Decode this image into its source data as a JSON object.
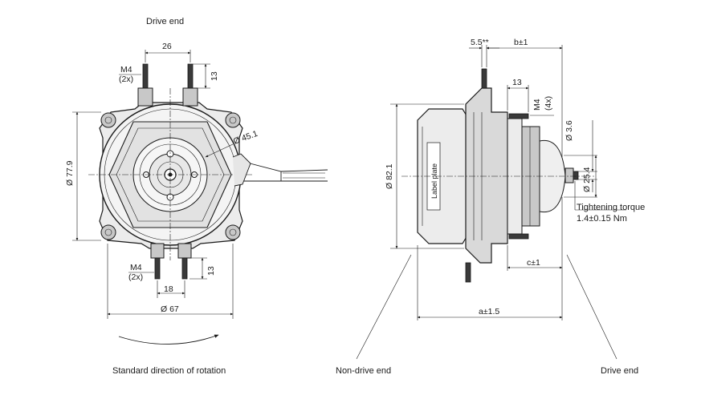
{
  "labels": {
    "front_drive_end": "Drive end",
    "rotation": "Standard direction of rotation",
    "non_drive_end": "Non-drive end",
    "side_drive_end": "Drive end",
    "torque_title": "Tightening torque",
    "torque_value": "1.4±0.15 Nm",
    "label_plate": "Label plate"
  },
  "front_dims": {
    "top_spacing": "26",
    "top_thread": "M4",
    "top_thread_count": "(2x)",
    "top_depth": "13",
    "diameter_outer": "Ø 77.9",
    "diameter_bore": "Ø 45.1",
    "bottom_thread": "M4",
    "bottom_thread_count": "(2x)",
    "bottom_spacing": "18",
    "bottom_depth": "13",
    "diameter_base": "Ø 67"
  },
  "side_dims": {
    "offset": "5.5**",
    "b": "b±1",
    "depth": "13",
    "thread": "M4",
    "thread_count": "(4x)",
    "diameter_body": "Ø 82.1",
    "shaft": "Ø 3.6",
    "hub": "Ø 25.4",
    "c": "c±1",
    "a": "a±1.5"
  }
}
